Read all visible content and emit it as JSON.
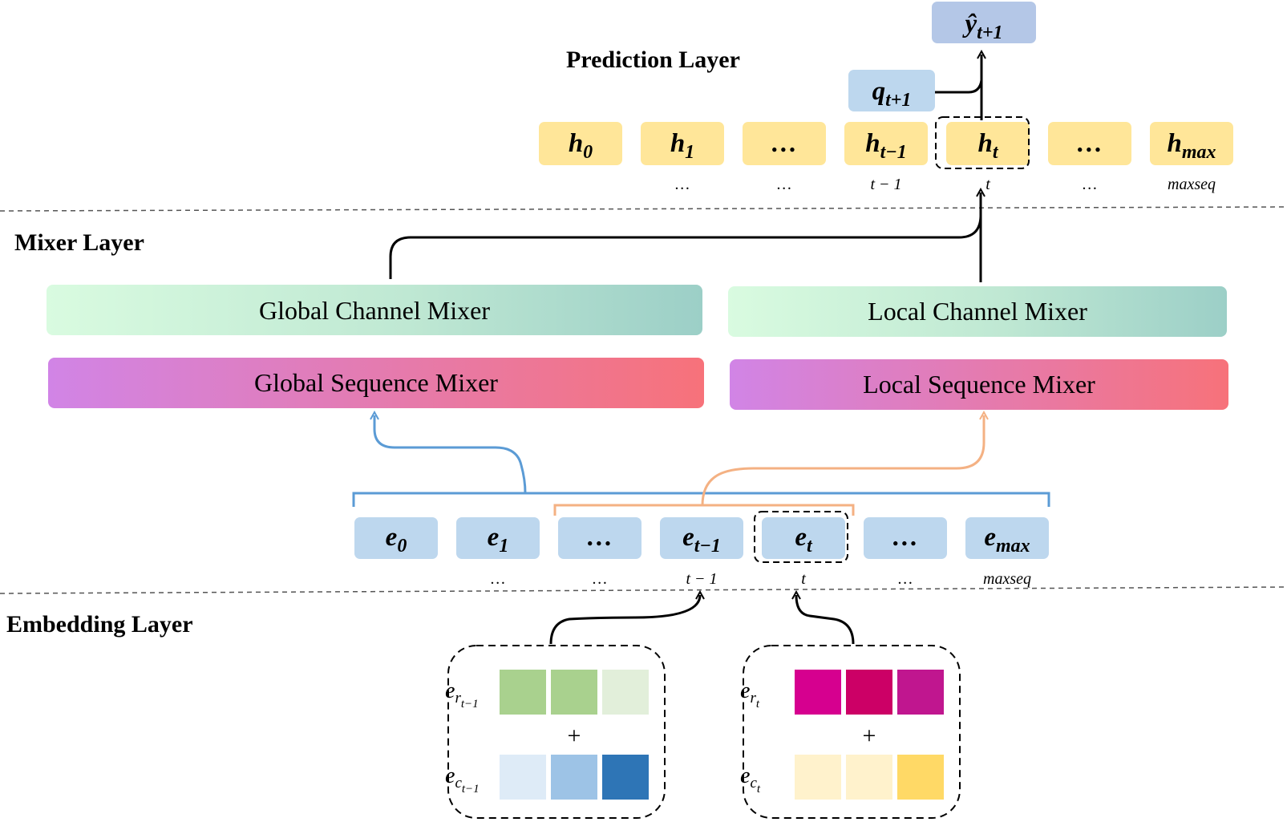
{
  "sections": {
    "prediction": "Prediction Layer",
    "mixer": "Mixer Layer",
    "embedding": "Embedding Layer"
  },
  "mixers": {
    "global_channel": "Global Channel Mixer",
    "local_channel": "Local Channel Mixer",
    "global_sequence": "Global Sequence Mixer",
    "local_sequence": "Local Sequence Mixer"
  },
  "output": {
    "symbol": "ŷ",
    "sub": "t+1"
  },
  "query": {
    "symbol": "q",
    "sub": "t+1"
  },
  "hidden_tokens": [
    {
      "sym": "h",
      "sub": "0"
    },
    {
      "sym": "h",
      "sub": "1"
    },
    {
      "sym": "…",
      "sub": ""
    },
    {
      "sym": "h",
      "sub": "t−1"
    },
    {
      "sym": "h",
      "sub": "t"
    },
    {
      "sym": "…",
      "sub": ""
    },
    {
      "sym": "h",
      "sub": "max"
    }
  ],
  "hidden_indices": [
    "",
    "…",
    "…",
    "t − 1",
    "t",
    "…",
    "maxseq"
  ],
  "embed_tokens": [
    {
      "sym": "e",
      "sub": "0"
    },
    {
      "sym": "e",
      "sub": "1"
    },
    {
      "sym": "…",
      "sub": ""
    },
    {
      "sym": "e",
      "sub": "t−1"
    },
    {
      "sym": "e",
      "sub": "t"
    },
    {
      "sym": "…",
      "sub": ""
    },
    {
      "sym": "e",
      "sub": "max"
    }
  ],
  "embed_indices": [
    "…",
    "…",
    "t − 1",
    "t",
    "…",
    "maxseq"
  ],
  "embedding_groups": [
    {
      "r_label": {
        "base": "e",
        "sub": "r",
        "sub2": "t−1"
      },
      "c_label": {
        "base": "e",
        "sub": "c",
        "sub2": "t−1"
      },
      "r_colors": [
        "#a9d18e",
        "#a9d18e",
        "#e2efda"
      ],
      "c_colors": [
        "#deebf7",
        "#9dc3e6",
        "#2e75b6"
      ]
    },
    {
      "r_label": {
        "base": "e",
        "sub": "r",
        "sub2": "t"
      },
      "c_label": {
        "base": "e",
        "sub": "c",
        "sub2": "t"
      },
      "r_colors": [
        "#d6008f",
        "#cc0066",
        "#c0168f"
      ],
      "c_colors": [
        "#fff2cc",
        "#fff2cc",
        "#ffd966"
      ]
    }
  ],
  "plus_sign": "+",
  "colors": {
    "hidden_box": "#ffe699",
    "embed_box": "#bdd7ee",
    "output_box": "#b4c7e7",
    "query_box": "#bdd7ee",
    "global_bracket": "#5b9bd5",
    "local_bracket": "#f4b183",
    "channel_gradient": [
      "#d9fbe0",
      "#9ccfc7"
    ],
    "sequence_gradient": [
      "#d184e6",
      "#f7727a"
    ]
  }
}
